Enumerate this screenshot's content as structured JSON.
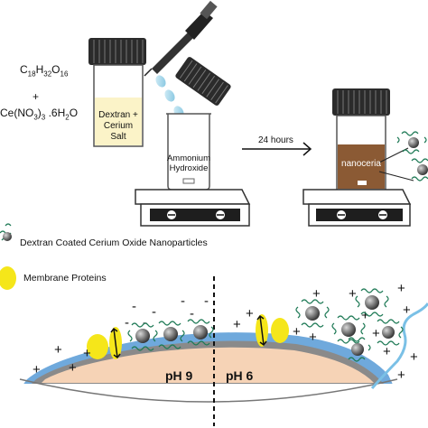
{
  "reagents": {
    "dextran_formula": {
      "base": "C",
      "n1": "18",
      "h": "H",
      "n2": "32",
      "o": "O",
      "n3": "16"
    },
    "plus": "+",
    "cerium_formula": {
      "pre": "Ce(NO",
      "sub": "3",
      "post": ")",
      "sub2": "3",
      "tail": " .6H",
      "sub3": "2",
      "end": "O"
    }
  },
  "vial1_label": [
    "Dextran +",
    "Cerium",
    "Salt"
  ],
  "beaker_label": [
    "Ammonium",
    "Hydroxide"
  ],
  "arrow_label": "24 hours",
  "vial2_label": "nanoceria",
  "legend": {
    "nanoparticles": "Dextran Coated Cerium Oxide Nanoparticles",
    "proteins": "Membrane Proteins"
  },
  "cell": {
    "left_ph": "pH 9",
    "right_ph": "pH 6"
  },
  "colors": {
    "vial1_liquid": "#fbf3c8",
    "nanoceria_liquid": "#8b5a34",
    "droplet": "#9fd5ea",
    "protein": "#f5e61a",
    "cytoplasm": "#f6d3b6",
    "membrane_blue": "#6fa9dc",
    "membrane_gray": "#8a8a8a"
  }
}
